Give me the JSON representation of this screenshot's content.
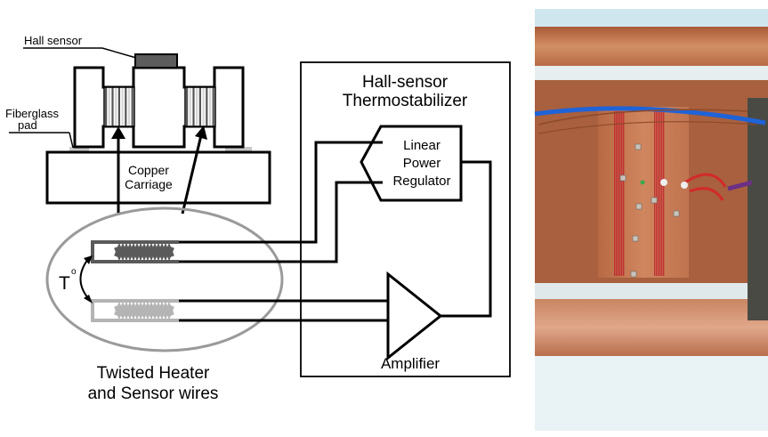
{
  "labels": {
    "hall_sensor": "Hall sensor",
    "fiberglass_line1": "Fiberglass",
    "fiberglass_line2": "pad",
    "copper_line1": "Copper",
    "copper_line2": "Carriage",
    "thermo_line1": "Hall-sensor",
    "thermo_line2": "Thermostabilizer",
    "regulator_line1": "Linear",
    "regulator_line2": "Power",
    "regulator_line3": "Regulator",
    "temperature_symbol": "T",
    "degree_symbol": "o",
    "amplifier": "Amplifier",
    "wires_line1": "Twisted Heater",
    "wires_line2": "and Sensor wires"
  },
  "colors": {
    "line": "#000000",
    "heater_wire": "#5a5a5a",
    "sensor_wire": "#b4b4b4",
    "ellipse": "#9a9a9a",
    "coil_dark": "#555555",
    "coil_light": "#d6d6d6",
    "sensor_chip": "#5c5c5c",
    "pad": "#c8c8c8"
  }
}
